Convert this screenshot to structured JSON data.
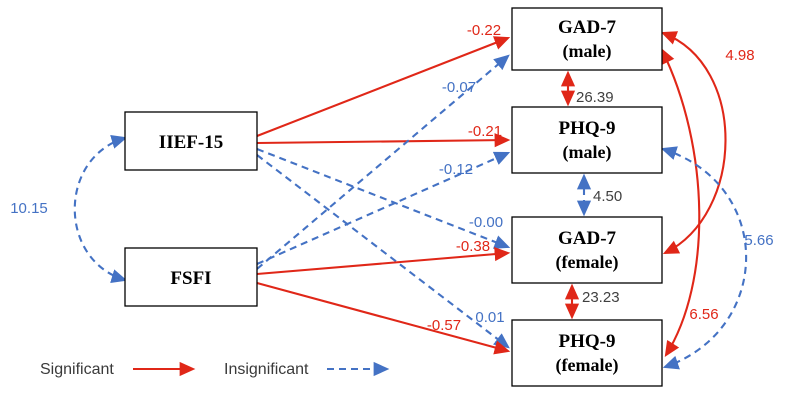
{
  "colors": {
    "significant": "#e02718",
    "insignificant": "#4472c4",
    "covtext": "#404040",
    "boxborder": "#000000"
  },
  "nodes": {
    "iief": {
      "label": "IIEF-15"
    },
    "fsfi": {
      "label": "FSFI"
    },
    "gad_male": {
      "line1": "GAD-7",
      "line2": "(male)"
    },
    "phq_male": {
      "line1": "PHQ-9",
      "line2": "(male)"
    },
    "gad_female": {
      "line1": "GAD-7",
      "line2": "(female)"
    },
    "phq_female": {
      "line1": "PHQ-9",
      "line2": "(female)"
    }
  },
  "paths": {
    "iief_gad_male": {
      "label": "-0.22",
      "type": "significant"
    },
    "iief_phq_male": {
      "label": "-0.21",
      "type": "significant"
    },
    "iief_gad_female": {
      "label": "-0.00",
      "type": "insignificant"
    },
    "iief_phq_female": {
      "label": "0.01",
      "type": "insignificant"
    },
    "fsfi_gad_male": {
      "label": "-0.07",
      "type": "insignificant"
    },
    "fsfi_phq_male": {
      "label": "-0.12",
      "type": "insignificant"
    },
    "fsfi_gad_female": {
      "label": "-0.38",
      "type": "significant"
    },
    "fsfi_phq_female": {
      "label": "-0.57",
      "type": "significant"
    }
  },
  "covariances": {
    "iief_fsfi": {
      "label": "10.15",
      "type": "insignificant"
    },
    "gad_male_phq_male": {
      "label": "26.39",
      "type": "significant"
    },
    "phq_male_gad_female": {
      "label": "4.50",
      "type": "insignificant"
    },
    "gad_female_phq_female": {
      "label": "23.23",
      "type": "significant"
    },
    "gad_male_gad_female": {
      "label": "4.98",
      "type": "significant"
    },
    "gad_male_phq_female": {
      "label": "6.56",
      "type": "significant"
    },
    "phq_male_phq_female": {
      "label": "5.66",
      "type": "insignificant"
    }
  },
  "legend": {
    "significant": "Significant",
    "insignificant": "Insignificant"
  }
}
